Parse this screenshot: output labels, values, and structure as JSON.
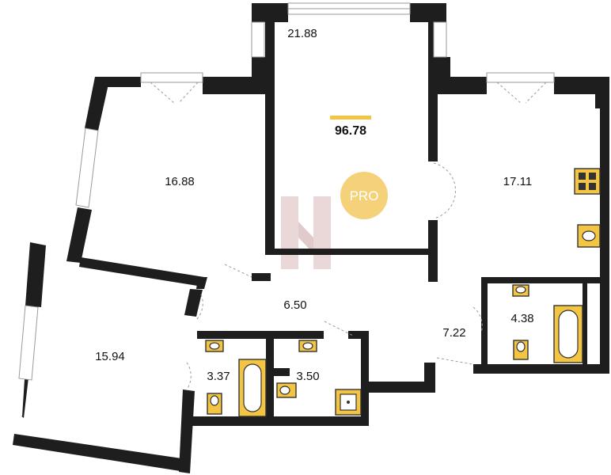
{
  "total_area": "96.78",
  "rooms": [
    {
      "id": "room-top-center",
      "area": "21.88"
    },
    {
      "id": "room-left-upper",
      "area": "16.88"
    },
    {
      "id": "room-right-upper",
      "area": "17.11"
    },
    {
      "id": "room-left-lower",
      "area": "15.94"
    },
    {
      "id": "hall",
      "area": "6.50"
    },
    {
      "id": "corridor",
      "area": "7.22"
    },
    {
      "id": "bath-right",
      "area": "4.38"
    },
    {
      "id": "bath-left",
      "area": "3.37"
    },
    {
      "id": "bath-center",
      "area": "3.50"
    }
  ],
  "badge": {
    "text": "PRO"
  },
  "colors": {
    "wall": "#1e1e1e",
    "accent": "#f4c542",
    "badge": "#f5d27a",
    "watermark": "#e8d6d6"
  }
}
